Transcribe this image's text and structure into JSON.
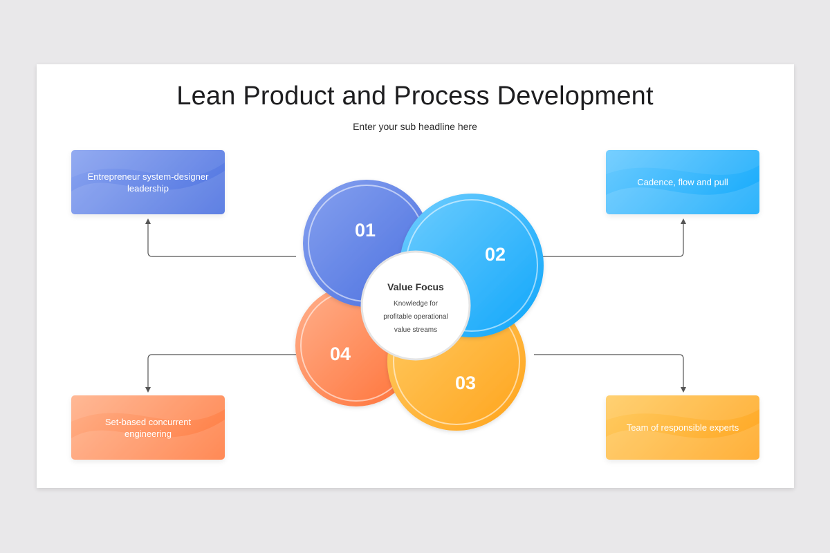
{
  "title": "Lean Product and Process Development",
  "subtitle": "Enter your sub headline here",
  "center": {
    "title": "Value Focus",
    "lines": [
      "Knowledge for",
      "profitable operational",
      "value streams"
    ]
  },
  "segments": [
    {
      "number": "01",
      "label": "Entrepreneur system-designer leadership",
      "color": "#5b7de3"
    },
    {
      "number": "02",
      "label": "Cadence, flow and pull",
      "color": "#1eb0fb"
    },
    {
      "number": "03",
      "label": "Team of responsible experts",
      "color": "#ffab2a"
    },
    {
      "number": "04",
      "label": "Set-based concurrent engineering",
      "color": "#ff8048"
    }
  ]
}
